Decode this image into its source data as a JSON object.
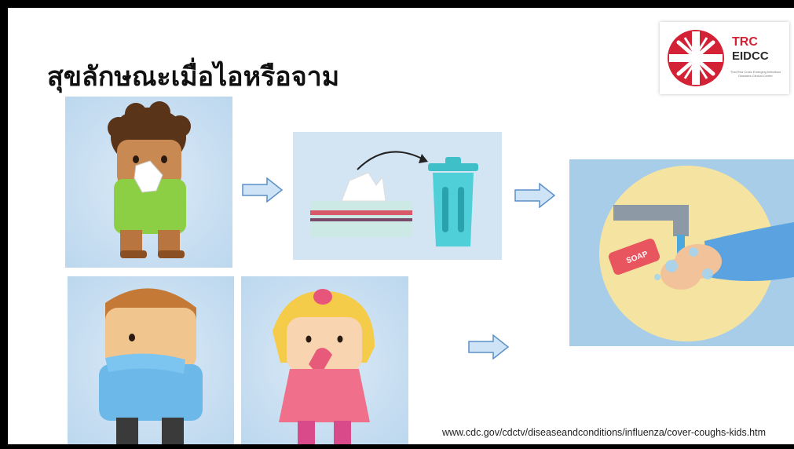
{
  "slide": {
    "title": "สุขลักษณะเมื่อไอหรือจาม",
    "source_url": "www.cdc.gov/cdctv/diseaseandconditions/influenza/cover-coughs-kids.htm"
  },
  "logo": {
    "name_line1": "TRC",
    "name_line2": "EIDCC",
    "tagline": "Thai Red Cross Emerging Infectious Diseases Clinical Center"
  },
  "illustrations": {
    "soap_label": "SOAP"
  },
  "colors": {
    "background": "#ffffff",
    "frame": "#000000",
    "brand_red": "#d32236",
    "arrow_fill": "#cfe3f6",
    "arrow_stroke": "#5b8fc7"
  }
}
